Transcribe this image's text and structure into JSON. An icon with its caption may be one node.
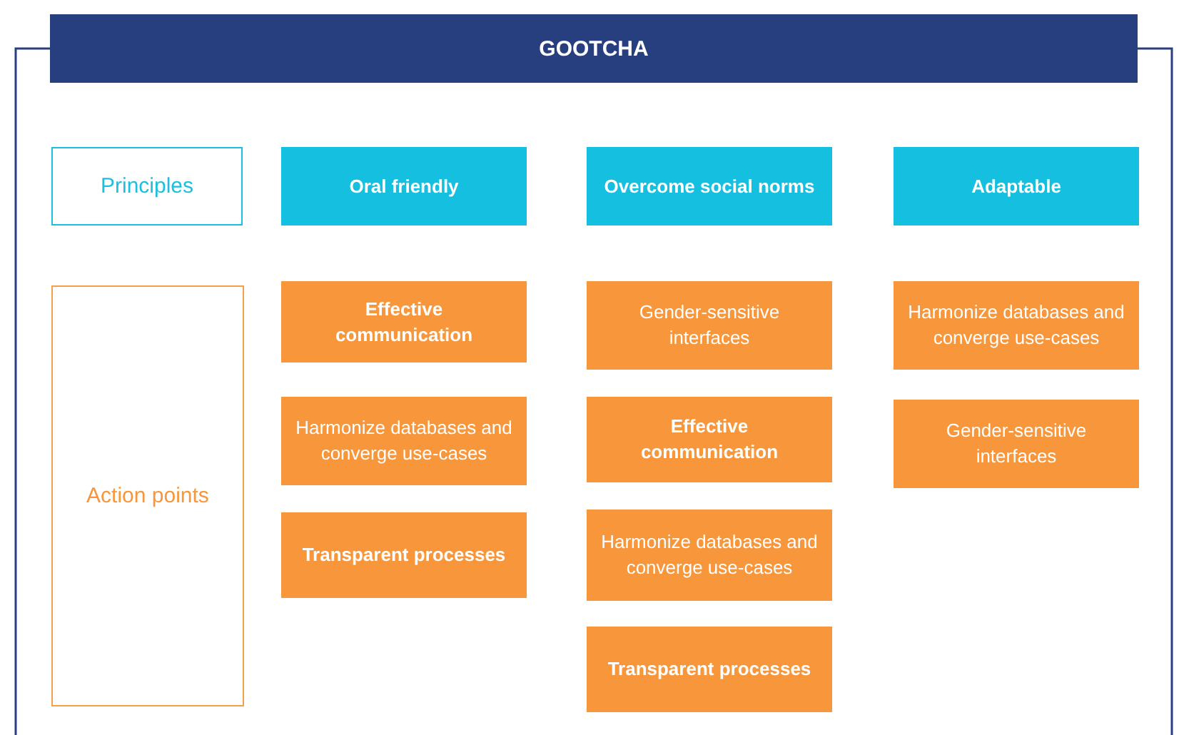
{
  "diagram": {
    "nodes": [
      {
        "text": [
          "GOOTCHA"
        ]
      },
      {
        "text": [
          "Principles"
        ],
        "in": 0
      },
      {
        "text": [
          "Oral friendly"
        ],
        "in": 0
      },
      {
        "text": [
          "Overcome social norms"
        ],
        "in": 0
      },
      {
        "text": [
          "Adaptable"
        ],
        "in": 0
      },
      {
        "text": [
          "Action points"
        ],
        "in": 0
      },
      {
        "text": [
          "Effective communication"
        ],
        "in": 0
      },
      {
        "text": [
          "Gender-sensitive interfaces"
        ],
        "in": 0
      },
      {
        "text": [
          "Harmonize databases and converge use-cases"
        ],
        "in": 0
      },
      {
        "text": [
          "Harmonize databases and converge use-cases"
        ],
        "in": 0
      },
      {
        "text": [
          "Effective communication"
        ],
        "in": 0
      },
      {
        "text": [
          "Gender-sensitive interfaces"
        ],
        "in": 0
      },
      {
        "text": [
          "Transparent processes"
        ],
        "in": 0
      },
      {
        "text": [
          "Harmonize databases and converge use-cases"
        ],
        "in": 0
      },
      {
        "text": [
          "Transparent processes"
        ],
        "in": 0
      }
    ],
    "edges": []
  }
}
